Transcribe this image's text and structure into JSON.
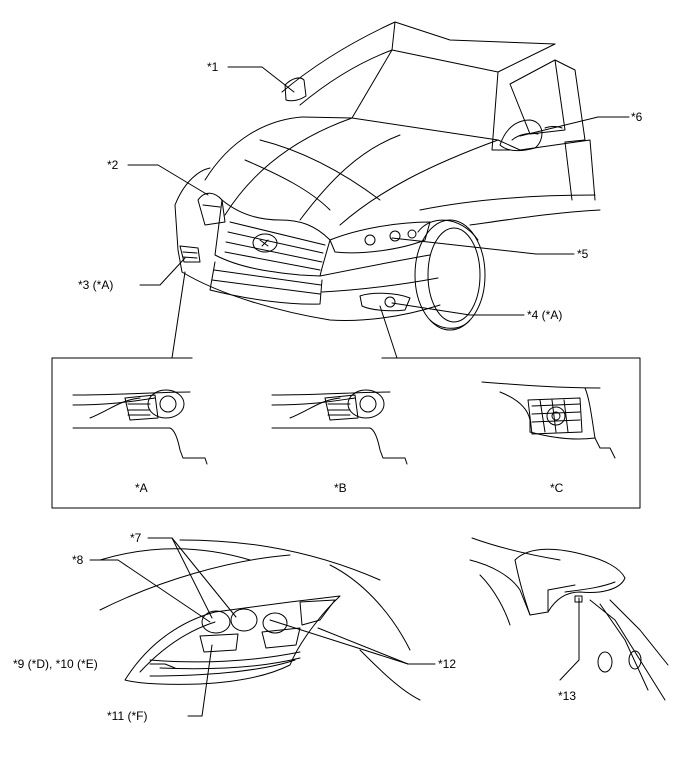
{
  "callouts": {
    "c1": "*1",
    "c2": "*2",
    "c3": "*3 (*A)",
    "c4": "*4 (*A)",
    "c5": "*5",
    "c6": "*6",
    "c7": "*7",
    "c8": "*8",
    "c9": "*9 (*D), *10 (*E)",
    "c11": "*11 (*F)",
    "c12": "*12",
    "c13": "*13"
  },
  "variants": {
    "a": "*A",
    "b": "*B",
    "c": "*C"
  }
}
